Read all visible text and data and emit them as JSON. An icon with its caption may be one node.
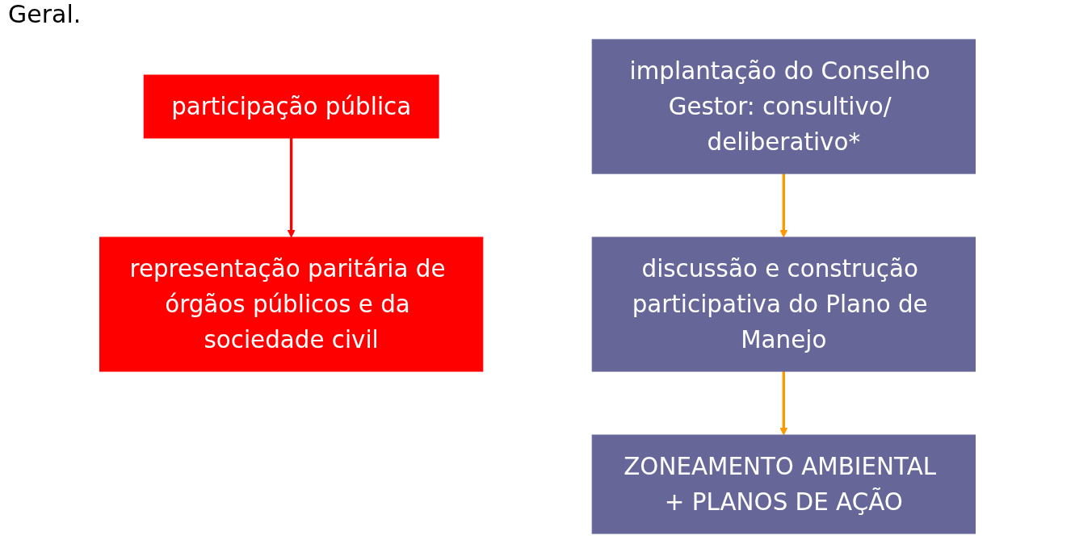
{
  "diagram": {
    "nodes": [
      {
        "text": [
          "participação pública"
        ]
      },
      {
        "text": [
          "representação paritária de órgãos públicos e da sociedade civil"
        ]
      },
      {
        "text": [
          "implantação do Conselho Gestor: consultivo/ deliberativo*"
        ]
      },
      {
        "text": [
          "discussão e construção participativa do Plano de Manejo"
        ]
      },
      {
        "text": [
          "ZONEAMENTO AMBIENTAL + PLANOS DE AÇÃO"
        ]
      }
    ],
    "edges": [
      {
        "from": 0,
        "to": 1,
        "arrow": "to",
        "color": "#ff0000"
      },
      {
        "from": 2,
        "to": 3,
        "arrow": "to"
      },
      {
        "from": 3,
        "to": 4,
        "arrow": "to"
      }
    ],
    "labels": [
      "Geral."
    ]
  }
}
